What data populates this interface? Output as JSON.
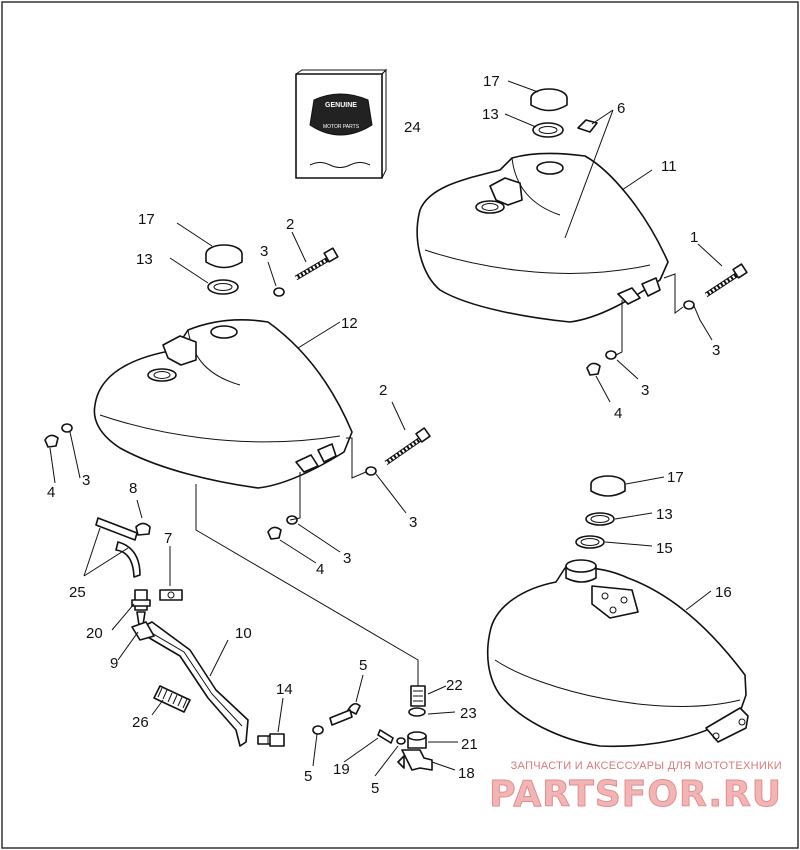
{
  "diagram": {
    "callouts": [
      "1",
      "2",
      "3",
      "4",
      "5",
      "6",
      "7",
      "8",
      "9",
      "10",
      "11",
      "12",
      "13",
      "14",
      "15",
      "16",
      "17",
      "18",
      "19",
      "20",
      "21",
      "22",
      "23",
      "24",
      "25",
      "26"
    ],
    "part_labels": [
      {
        "id": "24",
        "text": "24"
      },
      {
        "id": "17a",
        "text": "17"
      },
      {
        "id": "13a",
        "text": "13"
      },
      {
        "id": "6",
        "text": "6"
      },
      {
        "id": "11",
        "text": "11"
      },
      {
        "id": "1",
        "text": "1"
      },
      {
        "id": "3a",
        "text": "3"
      },
      {
        "id": "3b",
        "text": "3"
      },
      {
        "id": "4a",
        "text": "4"
      },
      {
        "id": "17b",
        "text": "17"
      },
      {
        "id": "2a",
        "text": "2"
      },
      {
        "id": "13b",
        "text": "13"
      },
      {
        "id": "3c",
        "text": "3"
      },
      {
        "id": "12",
        "text": "12"
      },
      {
        "id": "4b",
        "text": "4"
      },
      {
        "id": "3d",
        "text": "3"
      },
      {
        "id": "2b",
        "text": "2"
      },
      {
        "id": "3e",
        "text": "3"
      },
      {
        "id": "3f",
        "text": "3"
      },
      {
        "id": "4c",
        "text": "4"
      },
      {
        "id": "8",
        "text": "8"
      },
      {
        "id": "7",
        "text": "7"
      },
      {
        "id": "25",
        "text": "25"
      },
      {
        "id": "20",
        "text": "20"
      },
      {
        "id": "10",
        "text": "10"
      },
      {
        "id": "9",
        "text": "9"
      },
      {
        "id": "14",
        "text": "14"
      },
      {
        "id": "26",
        "text": "26"
      },
      {
        "id": "5a",
        "text": "5"
      },
      {
        "id": "5b",
        "text": "5"
      },
      {
        "id": "19",
        "text": "19"
      },
      {
        "id": "5c",
        "text": "5"
      },
      {
        "id": "22",
        "text": "22"
      },
      {
        "id": "23",
        "text": "23"
      },
      {
        "id": "21",
        "text": "21"
      },
      {
        "id": "18",
        "text": "18"
      },
      {
        "id": "17c",
        "text": "17"
      },
      {
        "id": "13c",
        "text": "13"
      },
      {
        "id": "15",
        "text": "15"
      },
      {
        "id": "16",
        "text": "16"
      }
    ],
    "logo": {
      "line1": "GENUINE",
      "line2": "MOTOR PARTS"
    }
  },
  "watermark": {
    "tagline": "ЗАПЧАСТИ И АКСЕССУАРЫ ДЛЯ МОТОТЕХНИКИ",
    "brand": "PARTSFOR.RU",
    "color": "#e58c8c"
  }
}
